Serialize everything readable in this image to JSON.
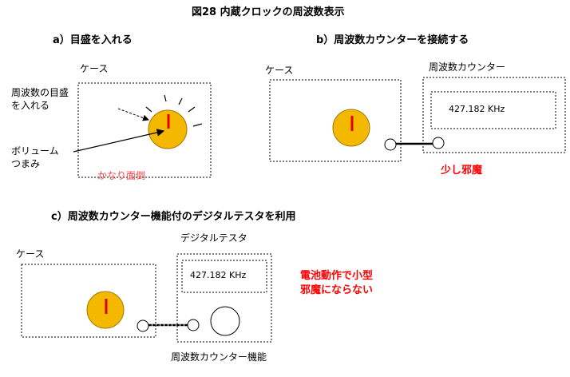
{
  "title": "図28 内蔵クロックの周波数表示",
  "section_a": {
    "heading": "a）目盛を入れる",
    "case_label": "ケース",
    "scale_label_line1": "周波数の目盛",
    "scale_label_line2": "を入れる",
    "knob_label_line1": "ボリューム",
    "knob_label_line2": "つまみ",
    "verdict": "かなり面倒"
  },
  "section_b": {
    "heading": "b）周波数カウンターを接続する",
    "case_label": "ケース",
    "counter_label": "周波数カウンター",
    "display_value": "427.182 KHz",
    "verdict": "少し邪魔"
  },
  "section_c": {
    "heading": "c）周波数カウンター機能付のデジタルテスタを利用",
    "case_label": "ケース",
    "tester_label": "デジタルテスタ",
    "display_value": "427.182 KHz",
    "bottom_label": "周波数カウンター機能",
    "verdict_line1": "電池動作で小型",
    "verdict_line2": "邪魔にならない"
  },
  "colors": {
    "knob_fill": "#f5b800",
    "knob_stroke": "#a07800",
    "needle": "#e00000",
    "verdict_red": "#ff0000",
    "verdict_coral": "#ff4040"
  }
}
